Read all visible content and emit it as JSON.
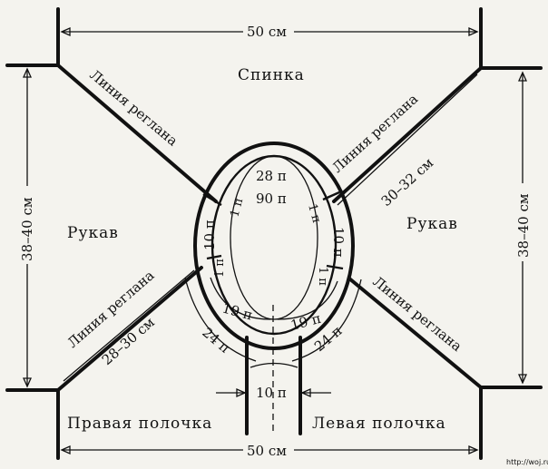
{
  "colors": {
    "background": "#f4f3ee",
    "ink": "#111111"
  },
  "pieces": {
    "back": "Спинка",
    "left_sleeve": "Рукав",
    "right_sleeve": "Рукав",
    "right_front": "Правая полочка",
    "left_front": "Левая полочка"
  },
  "raglan": {
    "upper_left": "Линия реглана",
    "upper_right": "Линия реглана",
    "lower_left": "Линия реглана",
    "lower_right": "Линия реглана",
    "upper_right_size": "30–32 см",
    "lower_left_size": "28–30 см"
  },
  "dimensions": {
    "top_width": "50 см",
    "bottom_width": "50 см",
    "left_height": "38–40 см",
    "right_height": "38–40 см",
    "placket": "10 п"
  },
  "stitches": {
    "back_neck_outer": "28 п",
    "back_neck_inner": "90 п",
    "sleeve_left_outer": "10 п",
    "sleeve_left_raglan_top": "1 п",
    "sleeve_left_raglan_bottom": "1 п",
    "sleeve_right_outer": "10 п",
    "sleeve_right_raglan_top": "1 п",
    "sleeve_right_raglan_bottom": "1 п",
    "front_left_19": "19 п",
    "front_right_19": "19 п",
    "front_left_24": "24 п",
    "front_right_24": "24 п"
  },
  "watermark": "http://woj.ru"
}
